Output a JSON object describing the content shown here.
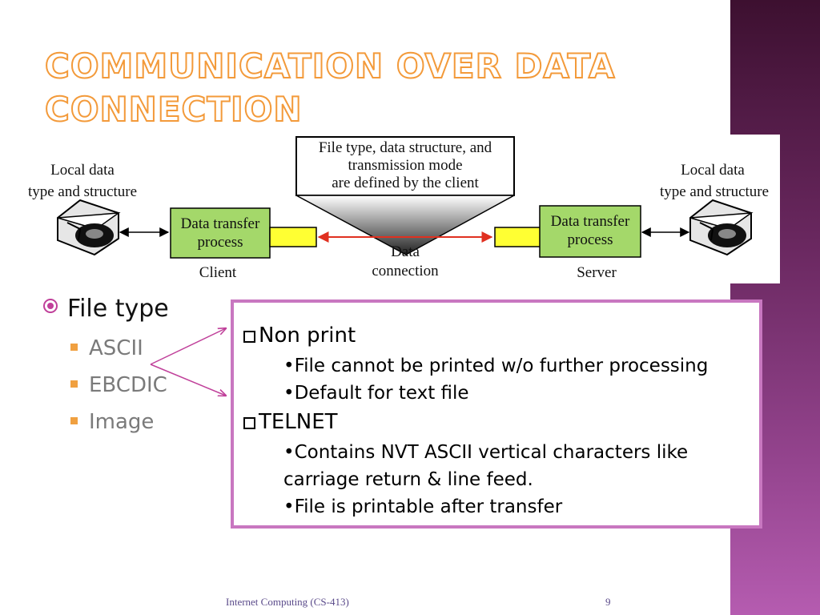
{
  "slide": {
    "title_line1": "Communication over data",
    "title_line2": "connection",
    "page_number": "9",
    "footer": "Internet Computing (CS-413)"
  },
  "diagram": {
    "left_label_1": "Local data",
    "left_label_2": "type and structure",
    "right_label_1": "Local data",
    "right_label_2": "type and structure",
    "callout_1": "File type, data structure, and",
    "callout_2": "transmission mode",
    "callout_3": "are defined by the client",
    "client_process_1": "Data transfer",
    "client_process_2": "process",
    "server_process_1": "Data transfer",
    "server_process_2": "process",
    "client_label": "Client",
    "server_label": "Server",
    "connection_1": "Data",
    "connection_2": "connection"
  },
  "bullets": {
    "main": "File type",
    "items": [
      "ASCII",
      "EBCDIC",
      "Image"
    ]
  },
  "box": {
    "h1": "Non print",
    "h1_items": [
      "•File cannot be printed w/o further processing",
      "•Default for text file"
    ],
    "h2": "TELNET",
    "h2_items": [
      "•Contains NVT ASCII vertical characters like",
      "carriage return & line feed.",
      "•File is printable after transfer"
    ]
  },
  "colors": {
    "accent": "#c0409a",
    "title_outline": "#f39a3a",
    "bullet_square": "#f0a040",
    "box_border": "#c877c0",
    "process_fill": "#a4d86a",
    "port_fill": "#ffff33",
    "connection_arrow": "#e03020"
  }
}
